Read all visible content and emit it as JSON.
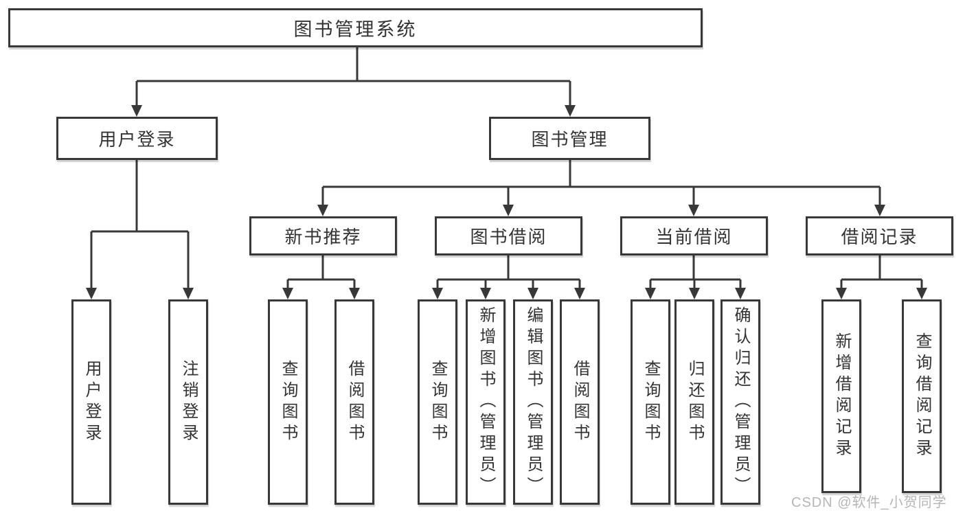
{
  "diagram": {
    "line_color": "#383838",
    "text_color": "#333333",
    "root": {
      "label": "图书管理系统",
      "children": [
        {
          "label": "用户登录",
          "children": [
            {
              "label": "用户登录"
            },
            {
              "label": "注销登录"
            }
          ]
        },
        {
          "label": "图书管理",
          "children": [
            {
              "label": "新书推荐",
              "children": [
                {
                  "label": "查询图书"
                },
                {
                  "label": "借阅图书"
                }
              ]
            },
            {
              "label": "图书借阅",
              "children": [
                {
                  "label": "查询图书"
                },
                {
                  "label": "新增图书（管理员）"
                },
                {
                  "label": "编辑图书（管理员）"
                },
                {
                  "label": "借阅图书"
                }
              ]
            },
            {
              "label": "当前借阅",
              "children": [
                {
                  "label": "查询图书"
                },
                {
                  "label": "归还图书"
                },
                {
                  "label": "确认归还（管理员）"
                }
              ]
            },
            {
              "label": "借阅记录",
              "children": [
                {
                  "label": "新增借阅记录"
                },
                {
                  "label": "查询借阅记录"
                }
              ]
            }
          ]
        }
      ]
    }
  },
  "watermark": {
    "text": "CSDN @软件_小贺同学",
    "color": "#b5b5b8"
  }
}
